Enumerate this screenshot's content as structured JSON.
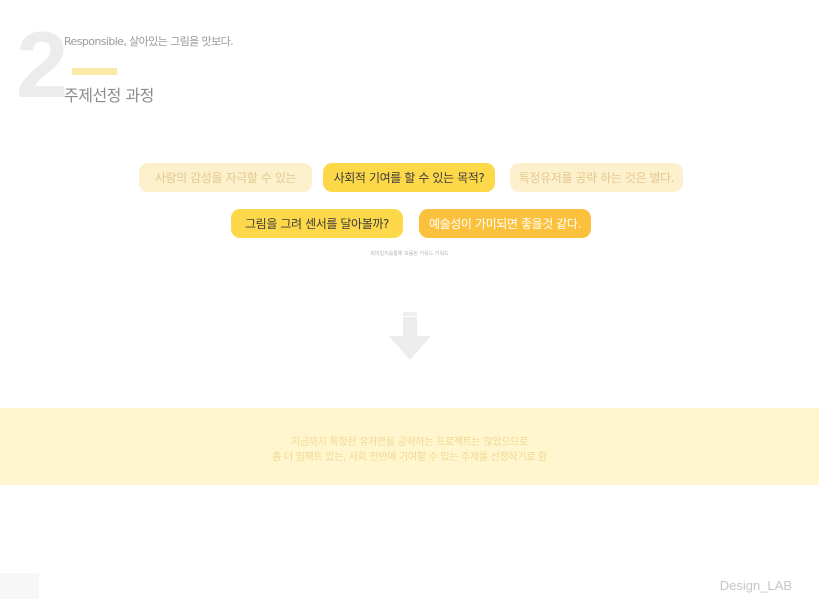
{
  "header": {
    "number": "2",
    "subtitle": "Responsible, 살아있는 그림을 맛보다.",
    "title": "주제선정 과정"
  },
  "ideas": [
    {
      "label": "사람의 감성을 자극할 수 있는"
    },
    {
      "label": "사회적 기여를 할 수 있는 목적?"
    },
    {
      "label": "특정유저를 공략 하는 것은 별다."
    },
    {
      "label": "그림을 그려 센서를 달아볼까?"
    },
    {
      "label": "예술성이 가미되면 좋을것 같다."
    }
  ],
  "caption": "회의일지를통해 모음된 키워드 키워드",
  "arrow": {
    "icon": "down-arrow-icon"
  },
  "conclusion": {
    "line1": "지금까지 특정한 유저만을 공략하는 프로젝트는 많았으므로",
    "line2": "좀 더 임팩트 있는, 사회 전반에 기여할 수 있는 주제를 선정하기로 함"
  },
  "footer": {
    "brand": "Design_LAB"
  },
  "colors": {
    "accent_yellow": "#fdd94a",
    "accent_orange": "#fcc13c",
    "faded_yellow": "#fdf0cc",
    "band": "#fff6d0"
  }
}
